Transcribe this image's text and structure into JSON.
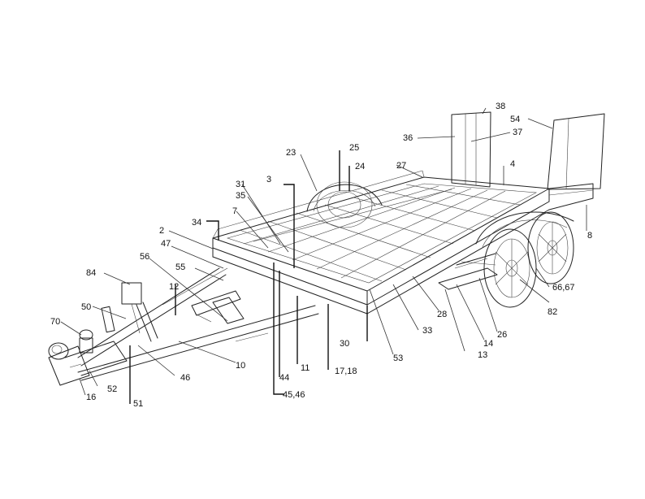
{
  "labels": [
    "2",
    "3",
    "4",
    "7",
    "8",
    "10",
    "11",
    "12",
    "13",
    "14",
    "16",
    "17,18",
    "23",
    "24",
    "25",
    "26",
    "27",
    "28",
    "30",
    "31",
    "33",
    "34",
    "35",
    "36",
    "37",
    "38",
    "44",
    "45,46",
    "46",
    "47",
    "50",
    "51",
    "52",
    "53",
    "54",
    "55",
    "56",
    "66,67",
    "70",
    "82",
    "84"
  ]
}
